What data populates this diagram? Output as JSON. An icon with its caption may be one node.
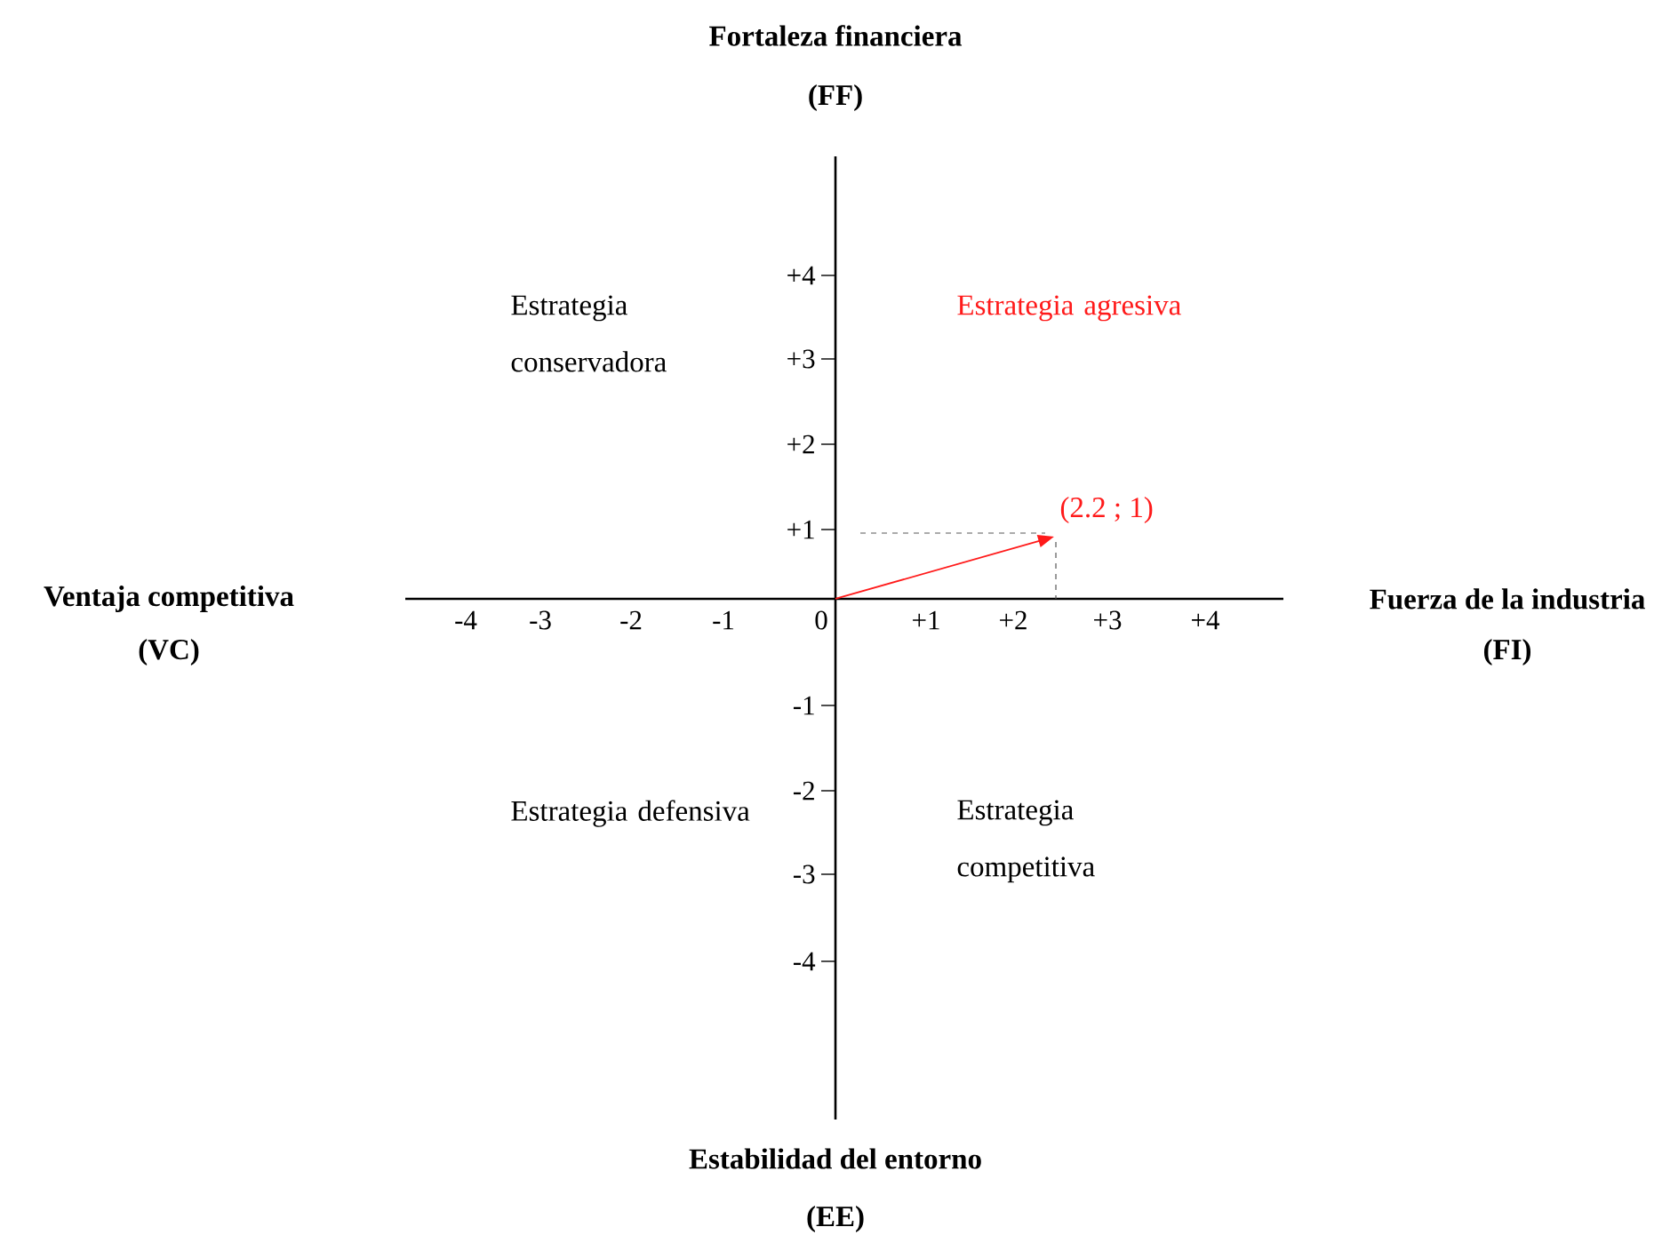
{
  "diagram": {
    "labels": [
      "Fortaleza financiera",
      "(FF)",
      "+4",
      "Estrategia conservadora",
      "Estrategia agresiva",
      "+3",
      "+2",
      "(2.2 ; 1)",
      "+1",
      "Ventaja competitiva",
      "-4",
      "-3",
      "-2",
      "-1",
      "0",
      "+1",
      "+2",
      "+3",
      "+4",
      "Fuerza de la industria",
      "(VC)",
      "(FI)",
      "-1",
      "-2",
      "Estrategia defensiva",
      "Estrategia competitiva",
      "-3",
      "-4",
      "Estabilidad del entorno",
      "(EE)"
    ]
  }
}
